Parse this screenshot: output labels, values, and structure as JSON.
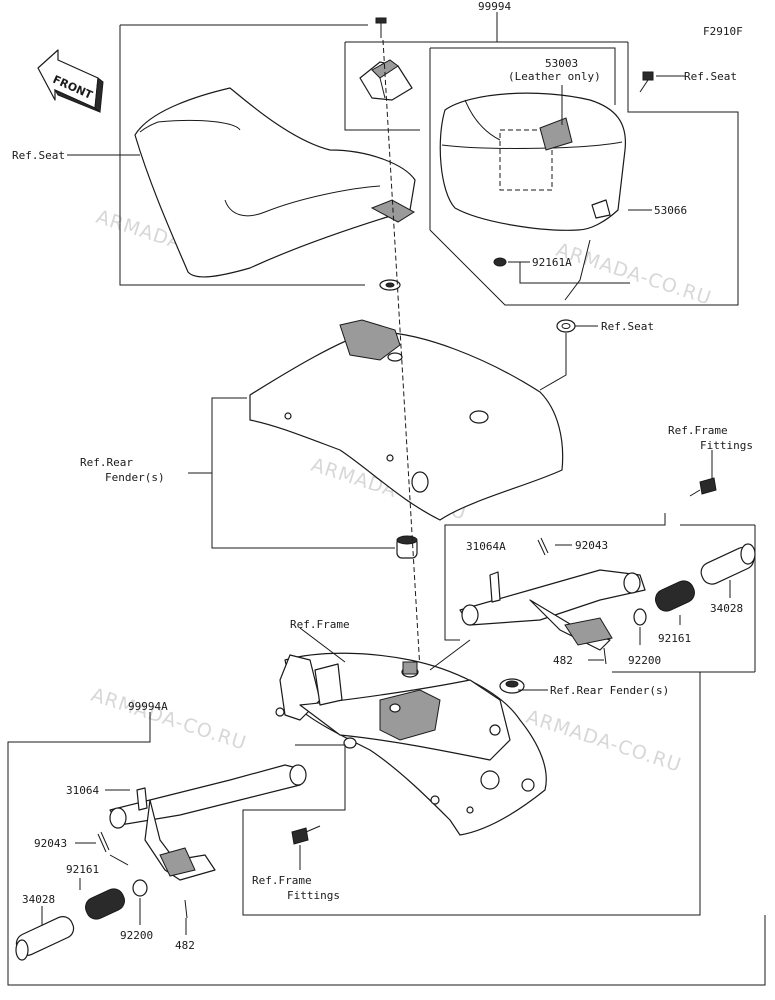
{
  "diagram": {
    "code": "F2910F",
    "front_label": "FRONT",
    "watermark": "ARMADA-CO.RU",
    "labels": {
      "p99994": "99994",
      "p53003": "53003",
      "leather_only": "(Leather only)",
      "ref_seat_1": "Ref.Seat",
      "ref_seat_2": "Ref.Seat",
      "ref_seat_3": "Ref.Seat",
      "p53066": "53066",
      "p92161A": "92161A",
      "ref_rear_fender_1a": "Ref.Rear",
      "ref_rear_fender_1b": "Fender(s)",
      "ref_frame_fittings_1a": "Ref.Frame",
      "ref_frame_fittings_1b": "Fittings",
      "p31064A": "31064A",
      "p92043_r": "92043",
      "p34028_r": "34028",
      "p92161_r": "92161",
      "p92200_r": "92200",
      "p482_r": "482",
      "ref_frame": "Ref.Frame",
      "ref_rear_fender_2": "Ref.Rear Fender(s)",
      "p99994A": "99994A",
      "p31064": "31064",
      "p92043_l": "92043",
      "p92161_l": "92161",
      "p34028_l": "34028",
      "p92200_l": "92200",
      "p482_l": "482",
      "ref_frame_fittings_2a": "Ref.Frame",
      "ref_frame_fittings_2b": "Fittings"
    }
  }
}
